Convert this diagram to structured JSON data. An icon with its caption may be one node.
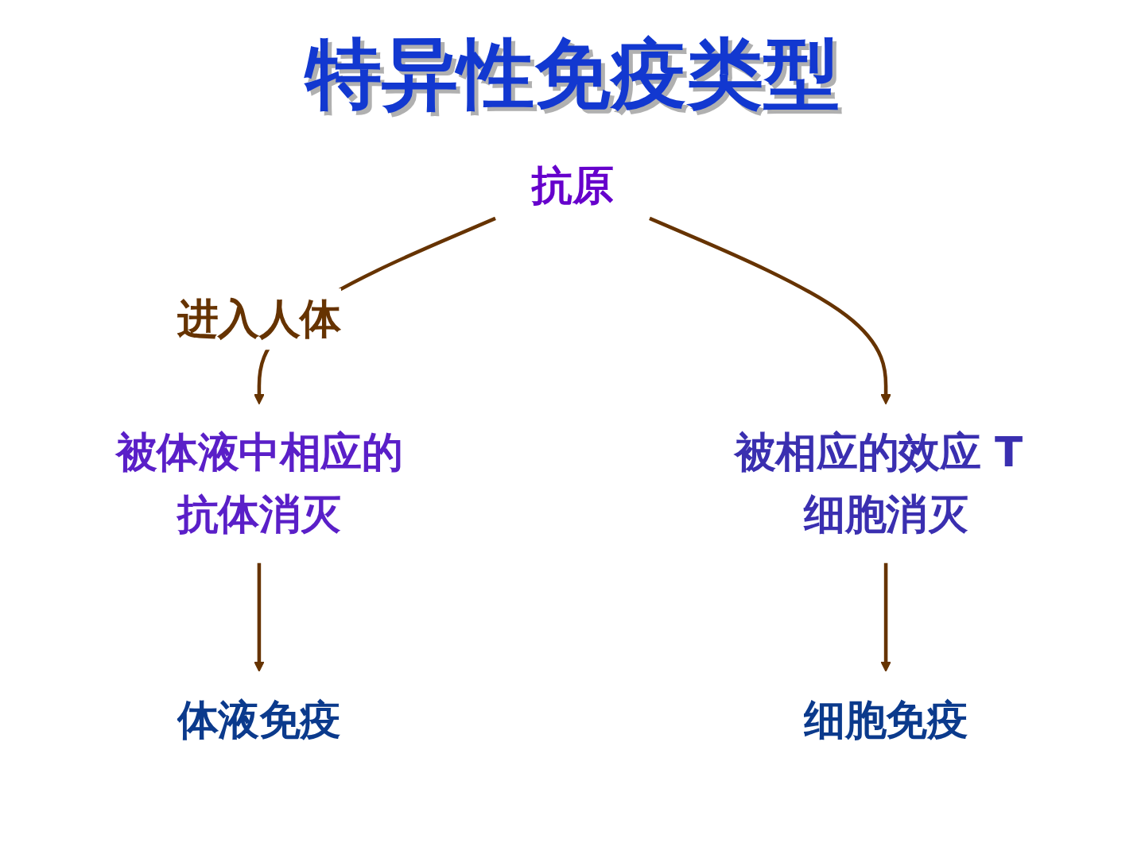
{
  "diagram": {
    "title": "特异性免疫类型",
    "nodes": [
      {
        "text": [
          "抗原"
        ]
      },
      {
        "text": [
          "被体液中相应的抗体消灭"
        ]
      },
      {
        "text": [
          "被相应的效应 T 细胞消灭"
        ]
      },
      {
        "text": [
          "体液免疫"
        ]
      },
      {
        "text": [
          "细胞免疫"
        ]
      }
    ],
    "edges": [
      {
        "from": 0,
        "to": 1,
        "arrow": "to",
        "label": "进入人体"
      },
      {
        "from": 0,
        "to": 2,
        "arrow": "to"
      },
      {
        "from": 1,
        "to": 3,
        "arrow": "to"
      },
      {
        "from": 2,
        "to": 4,
        "arrow": "to"
      }
    ]
  }
}
